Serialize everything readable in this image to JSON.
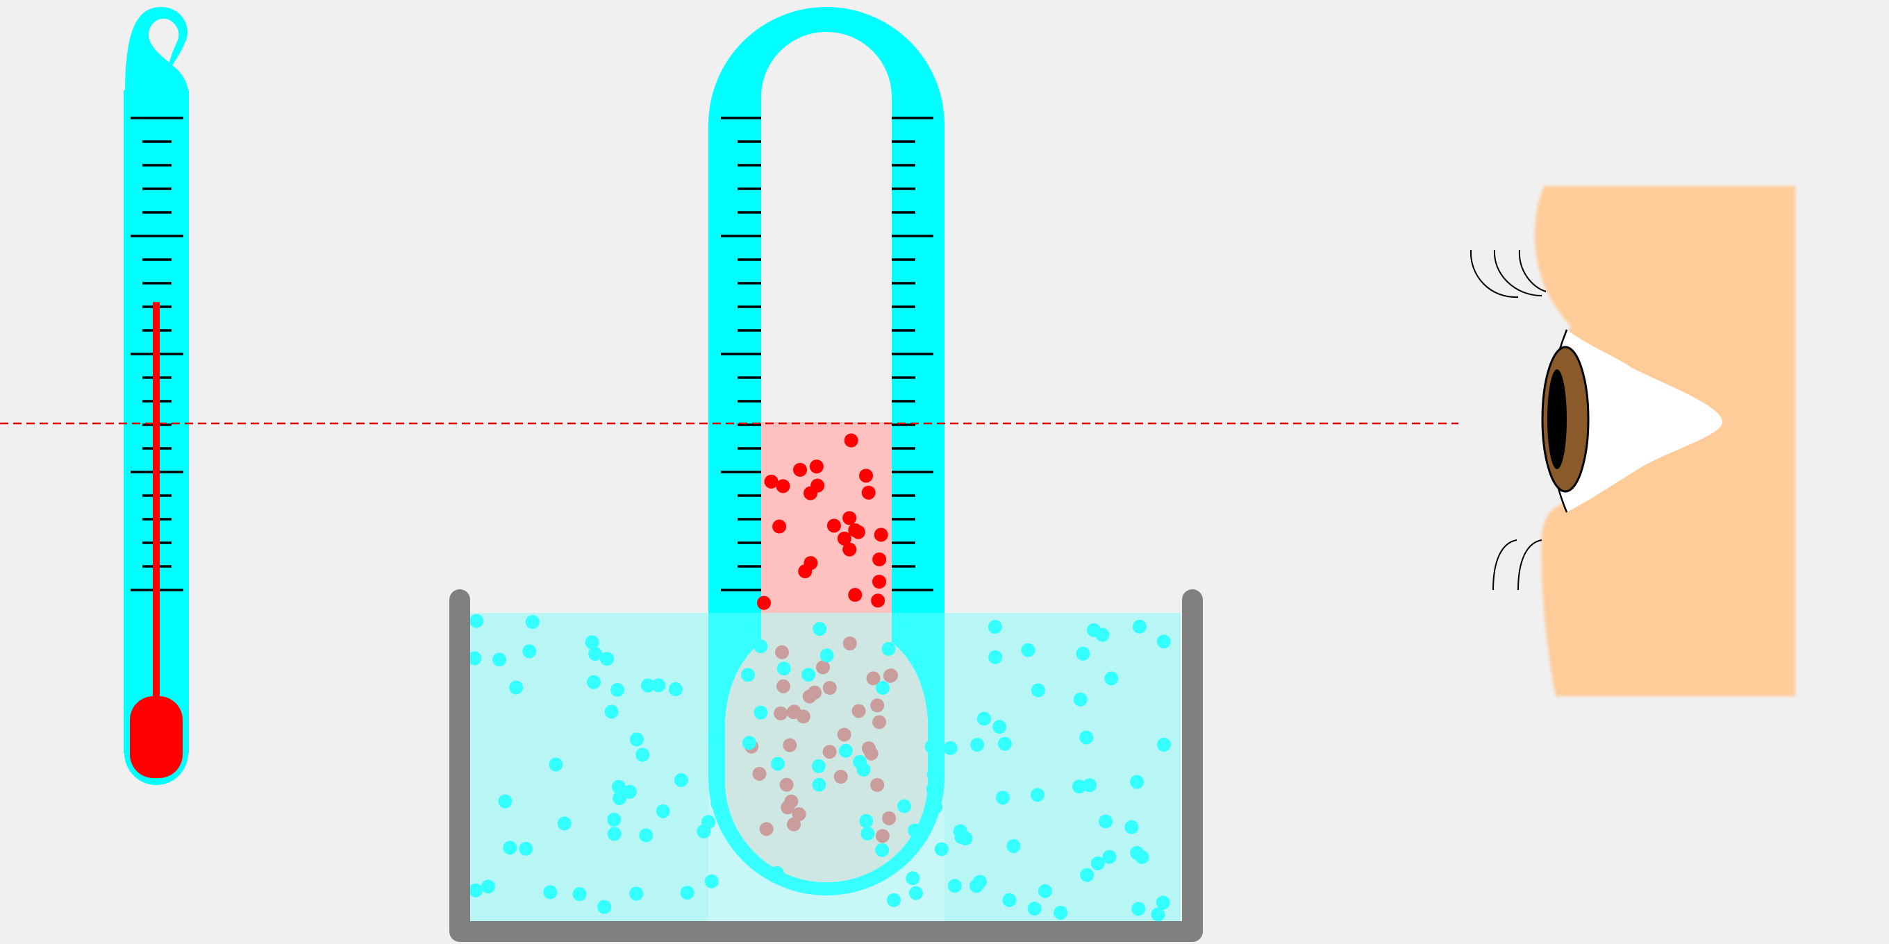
{
  "scene": {
    "background": "#f0f0f0",
    "colors": {
      "glass": "#00ffff",
      "thermometer_liquid": "#ff0000",
      "bath_water": "#b8f5f5",
      "water_particle": "#33ffff",
      "container_wall": "#808080",
      "hot_liquid_fill": "#ffc0c0",
      "hot_particle": "#ff0000",
      "submerged_particle": "#bc8282",
      "sight_line": "#dd0000",
      "skin": "#ffcc99",
      "iris": "#8b5a2b",
      "tick_mark": "#000000"
    },
    "thermometer": {
      "level_fraction": 0.61,
      "tick_count": 21
    },
    "tube_scale": {
      "tick_count": 21
    },
    "sight_line": {
      "style": "dashed"
    },
    "observer": {
      "part": "eye"
    },
    "icons": [
      "thermometer-icon",
      "eye-icon"
    ]
  }
}
